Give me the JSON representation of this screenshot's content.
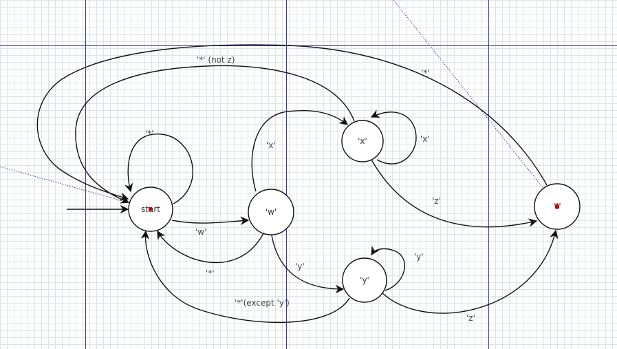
{
  "colors": {
    "guide": "#3b3b9f",
    "grid": "#dde3ea",
    "edge": "#111111",
    "node_fill": "#ffffff",
    "handle": "#cc0000"
  },
  "nodes": {
    "start": "start",
    "w": "'w'",
    "x": "'x'",
    "y": "'y'",
    "end": "'!'"
  },
  "edges": {
    "start_w": "'w'",
    "w_start": "'*'",
    "start_loop": "'*'",
    "w_x": "'x'",
    "x_loop": "'x'",
    "x_end": "'z'",
    "w_y": "'y'",
    "y_loop": "'y'",
    "y_end": "'z'",
    "y_start": "'*'(except 'y')",
    "x_start": "'*' (not z)",
    "end_start": "'*'"
  }
}
